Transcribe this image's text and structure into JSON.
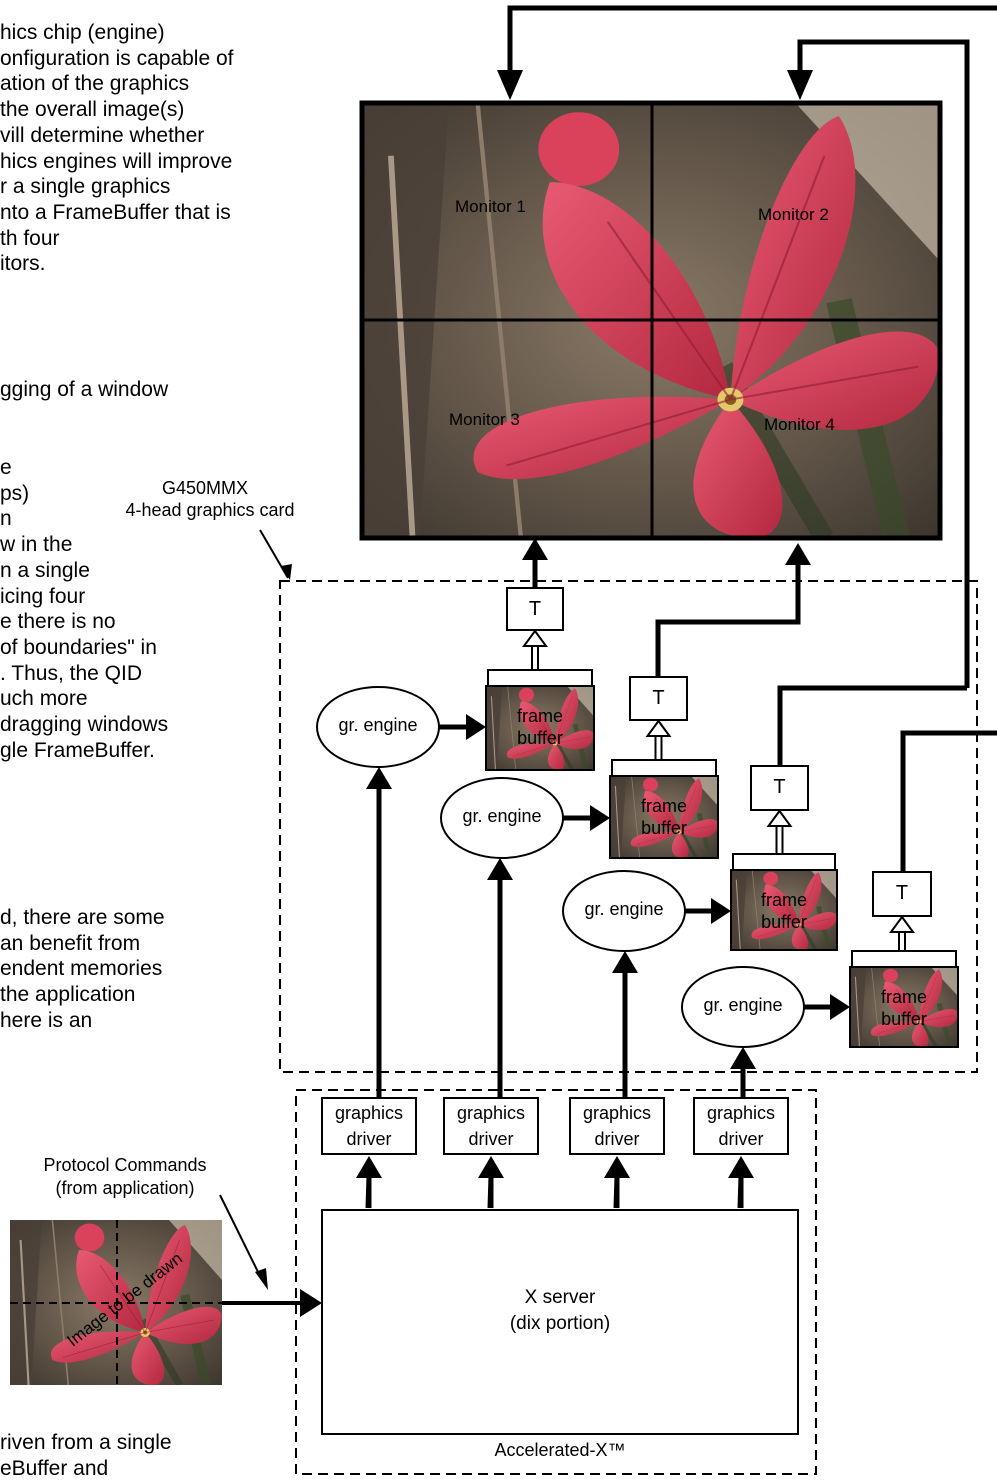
{
  "left_text": {
    "para1": [
      "hics chip (engine)",
      "onfiguration is capable of",
      "ation of the graphics",
      " the overall image(s)",
      "vill determine whether",
      "hics engines will improve",
      "r a single graphics",
      "nto a FrameBuffer that is",
      "th four",
      "itors."
    ],
    "para2": [
      "gging of a window"
    ],
    "para3": [
      "e",
      "ps)",
      "n",
      "w in the",
      "n a single",
      "icing four",
      "e there is no",
      "of boundaries\" in",
      ". Thus, the QID",
      "uch more",
      " dragging windows",
      "gle FrameBuffer."
    ],
    "para4": [
      "d, there are some",
      "an benefit from",
      "endent memories",
      " the application",
      "here is an"
    ],
    "para5": [
      "riven from a single",
      "eBuffer and"
    ]
  },
  "monitors": {
    "monitor1": "Monitor 1",
    "monitor2": "Monitor 2",
    "monitor3": "Monitor 3",
    "monitor4": "Monitor 4"
  },
  "graphics_card": {
    "name": "G450MMX",
    "subtitle": "4-head graphics card"
  },
  "heads": [
    {
      "engine": "gr. engine",
      "buffer_line1": "frame",
      "buffer_line2": "buffer",
      "tap": "T"
    },
    {
      "engine": "gr. engine",
      "buffer_line1": "frame",
      "buffer_line2": "buffer",
      "tap": "T"
    },
    {
      "engine": "gr. engine",
      "buffer_line1": "frame",
      "buffer_line2": "buffer",
      "tap": "T"
    },
    {
      "engine": "gr. engine",
      "buffer_line1": "frame",
      "buffer_line2": "buffer",
      "tap": "T"
    }
  ],
  "drivers": [
    {
      "line1": "graphics",
      "line2": "driver"
    },
    {
      "line1": "graphics",
      "line2": "driver"
    },
    {
      "line1": "graphics",
      "line2": "driver"
    },
    {
      "line1": "graphics",
      "line2": "driver"
    }
  ],
  "x_server": {
    "line1": "X server",
    "line2": "(dix portion)"
  },
  "accelerated_x": "Accelerated-X™",
  "protocol": {
    "line1": "Protocol Commands",
    "line2": "(from application)"
  },
  "image_caption": "Image to be drawn",
  "colors": {
    "petal": "#d9425a",
    "petal_dark": "#a8283d",
    "background_earth": "#6e5f50",
    "background_light": "#c7b8a6"
  }
}
